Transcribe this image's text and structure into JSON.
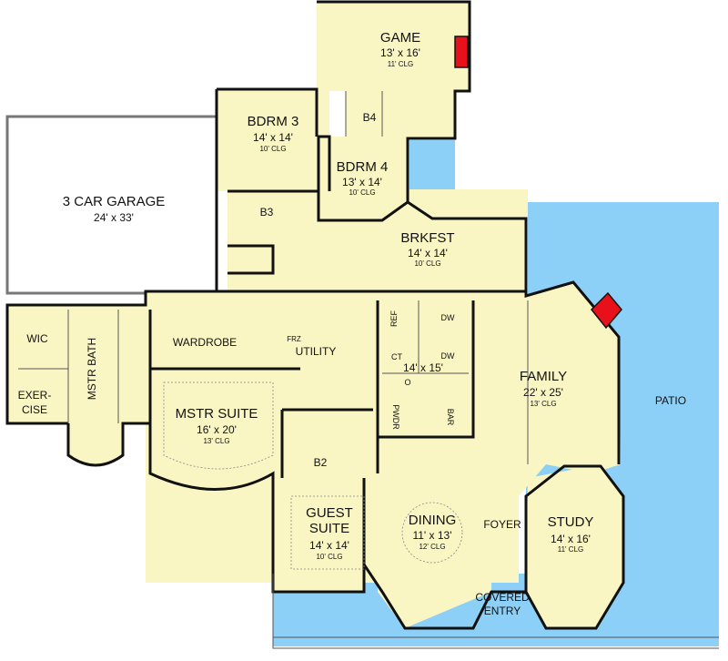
{
  "colors": {
    "interior": "#FAF6C4",
    "outdoor": "#8DD0F7",
    "fireplace": "#E8101A",
    "walls": "#111111"
  },
  "rooms": {
    "game": {
      "name": "GAME",
      "size": "13' x 16'",
      "ceiling": "11' CLG"
    },
    "bdrm3": {
      "name": "BDRM 3",
      "size": "14' x 14'",
      "ceiling": "10' CLG"
    },
    "b4": {
      "name": "B4"
    },
    "bdrm4": {
      "name": "BDRM 4",
      "size": "13' x 14'",
      "ceiling": "10' CLG"
    },
    "garage": {
      "name": "3 CAR GARAGE",
      "size": "24' x 33'"
    },
    "b3": {
      "name": "B3"
    },
    "brkfst": {
      "name": "BRKFST",
      "size": "14' x 14'",
      "ceiling": "10' CLG"
    },
    "kitchen": {
      "size": "14' x 15'",
      "ref": "REF",
      "dw1": "DW",
      "dw2": "DW",
      "ct": "CT",
      "oven": "O"
    },
    "family": {
      "name": "FAMILY",
      "size": "22' x 25'",
      "ceiling": "13' CLG"
    },
    "patio": {
      "name": "PATIO"
    },
    "wic": {
      "name": "WIC"
    },
    "exercise": {
      "line1": "EXER-",
      "line2": "CISE"
    },
    "mstr_bath": {
      "name": "MSTR BATH"
    },
    "wardrobe": {
      "name": "WARDROBE"
    },
    "utility": {
      "name": "UTILITY",
      "frz": "FRZ"
    },
    "mstr_suite": {
      "name": "MSTR SUITE",
      "size": "16' x 20'",
      "ceiling": "13' CLG"
    },
    "b2": {
      "name": "B2"
    },
    "pwdr": {
      "name": "PWDR"
    },
    "bar": {
      "name": "BAR"
    },
    "guest_suite": {
      "line1": "GUEST",
      "line2": "SUITE",
      "size": "14' x 14'",
      "ceiling": "10' CLG"
    },
    "dining": {
      "name": "DINING",
      "size": "11' x 13'",
      "ceiling": "12' CLG"
    },
    "foyer": {
      "name": "FOYER"
    },
    "study": {
      "name": "STUDY",
      "size": "14' x 16'",
      "ceiling": "11' CLG"
    },
    "covered_entry": {
      "line1": "COVERED",
      "line2": "ENTRY"
    }
  }
}
